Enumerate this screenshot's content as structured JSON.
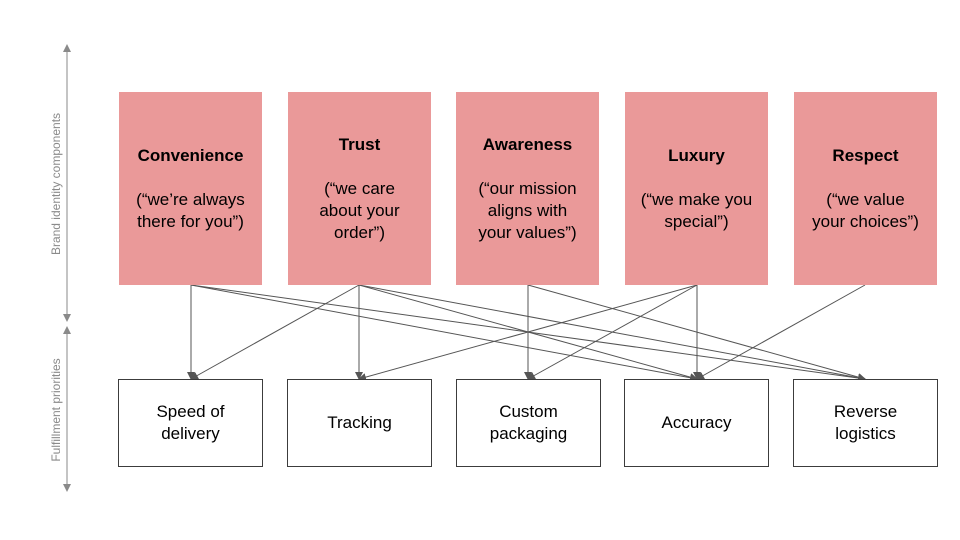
{
  "axis_labels": {
    "top": "Brand identity components",
    "bottom": "Fulfillment priorities"
  },
  "colors": {
    "brand_fill": "#ea9999",
    "line": "#555555",
    "axis": "#8a8a8a"
  },
  "brand_components": [
    {
      "title": "Convenience",
      "quote": "(“we’re always\nthere for you”)"
    },
    {
      "title": "Trust",
      "quote": "(“we care\nabout your\norder”)"
    },
    {
      "title": "Awareness",
      "quote": "(“our mission\naligns with\nyour values”)"
    },
    {
      "title": "Luxury",
      "quote": "(“we make you\nspecial”)"
    },
    {
      "title": "Respect",
      "quote": "(“we value\nyour choices”)"
    }
  ],
  "fulfillment_priorities": [
    {
      "label": "Speed of\ndelivery"
    },
    {
      "label": "Tracking"
    },
    {
      "label": "Custom\npackaging"
    },
    {
      "label": "Accuracy"
    },
    {
      "label": "Reverse\nlogistics"
    }
  ],
  "connections": [
    {
      "from": "Convenience",
      "to": "Speed of delivery"
    },
    {
      "from": "Convenience",
      "to": "Accuracy"
    },
    {
      "from": "Convenience",
      "to": "Reverse logistics"
    },
    {
      "from": "Trust",
      "to": "Speed of delivery"
    },
    {
      "from": "Trust",
      "to": "Tracking"
    },
    {
      "from": "Trust",
      "to": "Accuracy"
    },
    {
      "from": "Trust",
      "to": "Reverse logistics"
    },
    {
      "from": "Awareness",
      "to": "Custom packaging"
    },
    {
      "from": "Awareness",
      "to": "Reverse logistics"
    },
    {
      "from": "Luxury",
      "to": "Tracking"
    },
    {
      "from": "Luxury",
      "to": "Custom packaging"
    },
    {
      "from": "Luxury",
      "to": "Accuracy"
    },
    {
      "from": "Respect",
      "to": "Accuracy"
    }
  ]
}
